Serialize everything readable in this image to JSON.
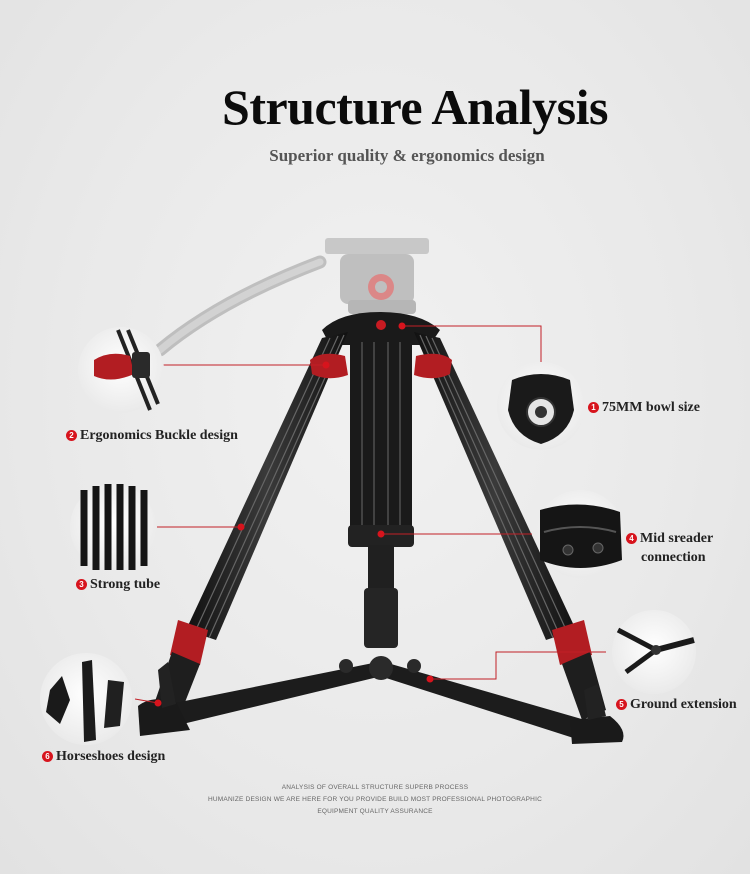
{
  "header": {
    "title": "Structure Analysis",
    "subtitle": "Superior  quality & ergonomics design"
  },
  "features": [
    {
      "number": "1",
      "label": "75MM bowl size"
    },
    {
      "number": "2",
      "label": "Ergonomics Buckle design"
    },
    {
      "number": "3",
      "label": "Strong tube"
    },
    {
      "number": "4",
      "label_line1": "Mid sreader",
      "label_line2": "connection"
    },
    {
      "number": "5",
      "label": "Ground extension"
    },
    {
      "number": "6",
      "label": "Horseshoes design"
    }
  ],
  "footer": {
    "line1": "ANALYSIS OF OVERALL STRUCTURE SUPERB PROCESS",
    "line2": "HUMANIZE DESIGN WE ARE HERE FOR YOU PROVIDE BUILD MOST PROFESSIONAL PHOTOGRAPHIC",
    "line3": "EQUIPMENT QUALITY ASSURANCE"
  },
  "colors": {
    "accent": "#d7141d",
    "tripod": "#1c1c1c",
    "background": "#ebebeb"
  }
}
